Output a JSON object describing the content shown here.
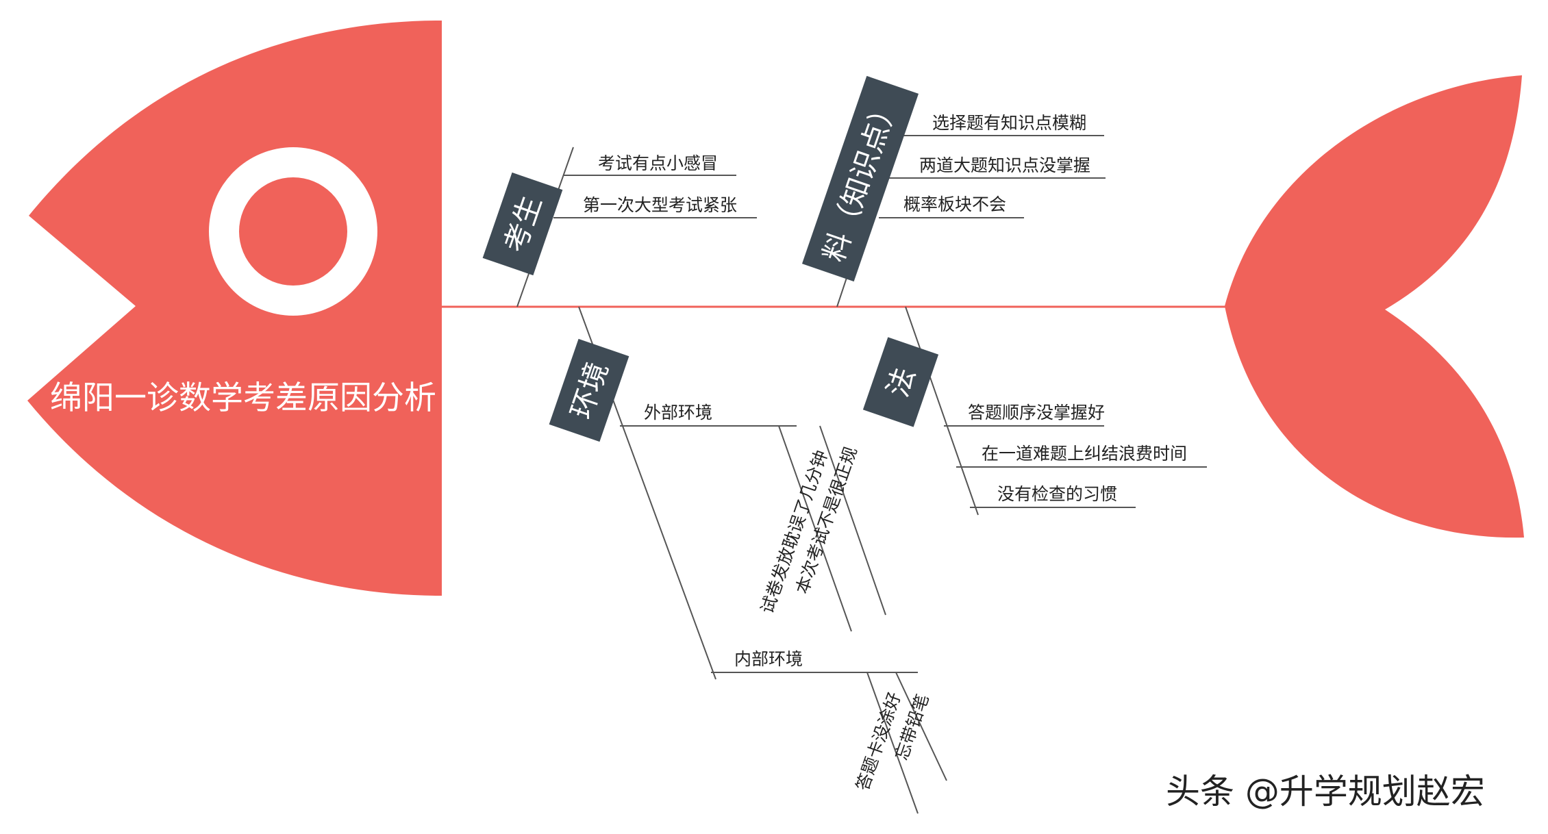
{
  "title": "绵阳一诊数学考差原因分析",
  "watermark": "头条 @升学规划赵宏",
  "colors": {
    "fish": "#F0625A",
    "category_box": "#3F4B55",
    "spine": "#F0625A",
    "line": "#555555"
  },
  "categories": {
    "student": {
      "label": "考生",
      "causes": [
        "考试有点小感冒",
        "第一次大型考试紧张"
      ]
    },
    "material": {
      "label": "料（知识点）",
      "causes": [
        "选择题有知识点模糊",
        "两道大题知识点没掌握",
        "概率板块不会"
      ]
    },
    "environment": {
      "label": "环境",
      "external": {
        "label": "外部环境",
        "causes": [
          "试卷发放耽误了几分钟",
          "本次考试不是很正规"
        ]
      },
      "internal": {
        "label": "内部环境",
        "causes": [
          "答题卡没涂好",
          "忘带铅笔"
        ]
      }
    },
    "method": {
      "label": "法",
      "causes": [
        "答题顺序没掌握好",
        "在一道难题上纠结浪费时间",
        "没有检查的习惯"
      ]
    }
  }
}
